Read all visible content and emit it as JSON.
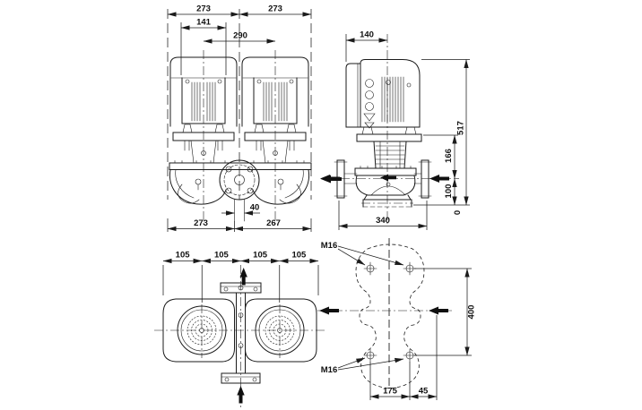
{
  "front_view": {
    "dim_overall_left": "273",
    "dim_overall_right": "273",
    "dim_motor_width": "141",
    "dim_shaft_distance": "290",
    "dim_port_diameter": "40",
    "dim_base_left": "273",
    "dim_base_right": "267"
  },
  "side_view": {
    "dim_motor_depth": "140",
    "dim_total_height": "517",
    "dim_stool_height": "166",
    "dim_port_height": "100",
    "dim_base_level": "0",
    "dim_port_to_port": "340"
  },
  "top_view": {
    "dim_segments": [
      "105",
      "105",
      "105",
      "105"
    ]
  },
  "foundation_view": {
    "bolt_size_top": "M16",
    "bolt_size_bottom": "M16",
    "dim_bolt_vertical": "400",
    "dim_bolt_horizontal": "175",
    "dim_bolt_edge": "45"
  },
  "colors": {
    "line": "#1b1b1b",
    "background": "#ffffff",
    "centerline_gray": "#9a9a9a"
  }
}
